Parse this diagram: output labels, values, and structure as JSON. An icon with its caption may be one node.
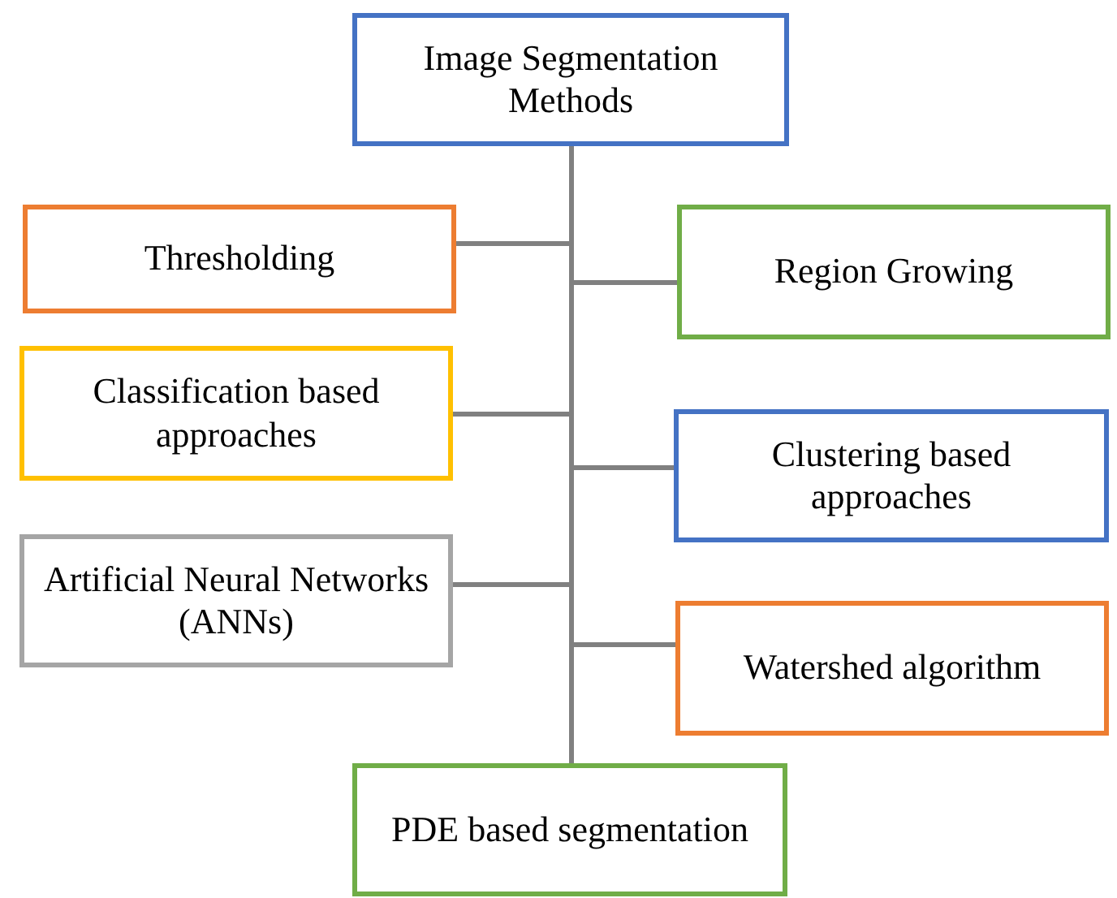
{
  "diagram": {
    "nodes": [
      {
        "text": [
          "Image Segmentation Methods"
        ]
      },
      {
        "text": [
          "Thresholding"
        ]
      },
      {
        "text": [
          "Region Growing"
        ]
      },
      {
        "text": [
          "Classification based approaches"
        ]
      },
      {
        "text": [
          "Clustering based approaches"
        ]
      },
      {
        "text": [
          "Artificial Neural Networks (ANNs)"
        ]
      },
      {
        "text": [
          "Watershed algorithm"
        ]
      },
      {
        "text": [
          "PDE based segmentation"
        ]
      }
    ],
    "edges": [
      {
        "from": 0,
        "to": 1,
        "arrow": "none"
      },
      {
        "from": 0,
        "to": 2,
        "arrow": "none"
      },
      {
        "from": 0,
        "to": 3,
        "arrow": "none"
      },
      {
        "from": 0,
        "to": 4,
        "arrow": "none"
      },
      {
        "from": 0,
        "to": 5,
        "arrow": "none"
      },
      {
        "from": 0,
        "to": 6,
        "arrow": "none"
      },
      {
        "from": 0,
        "to": 7,
        "arrow": "none"
      }
    ]
  }
}
